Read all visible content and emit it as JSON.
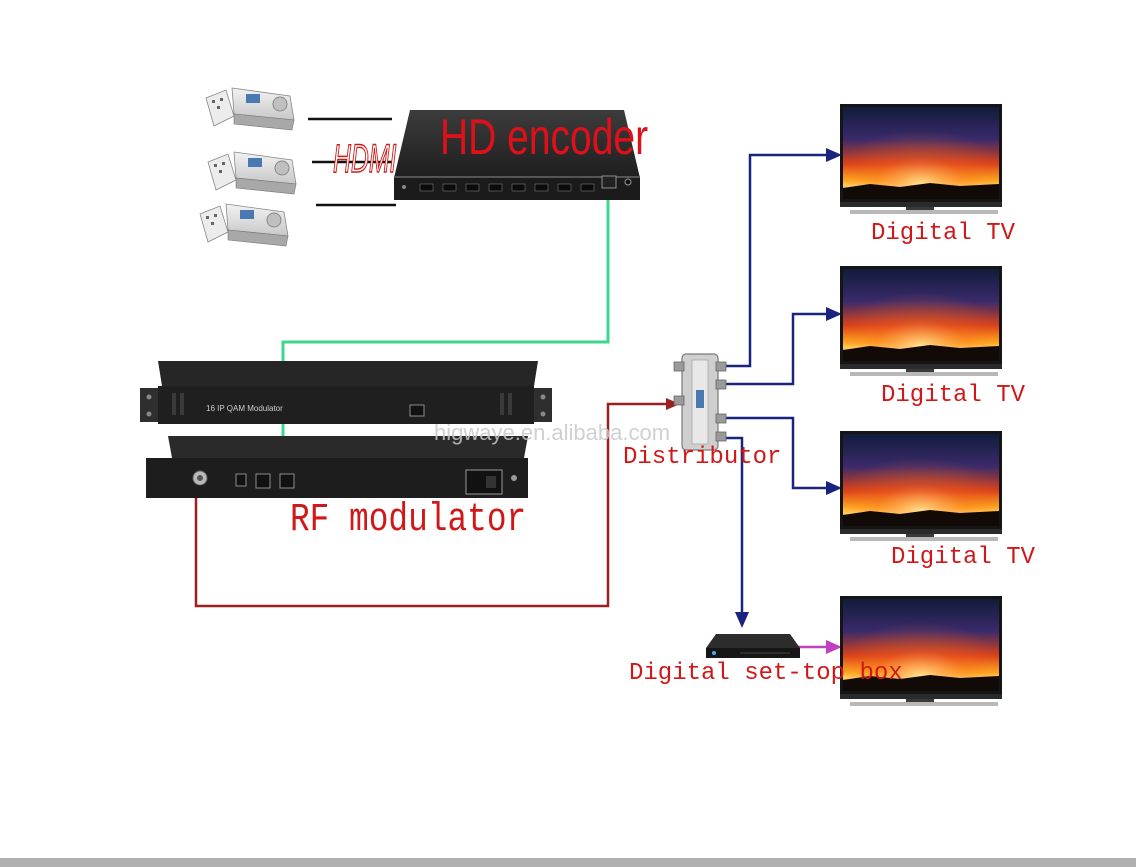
{
  "labels": {
    "hd_encoder": "HD encoder",
    "hdmi": "HDMI",
    "rf_modulator": "RF modulator",
    "distributor": "Distributor",
    "set_top_box": "Digital set-top box",
    "tv_labels": [
      "Digital TV",
      "Digital TV",
      "Digital TV"
    ],
    "watermark": "higwaye.en.alibaba.com",
    "modulator_panel": "16 IP QAM Modulator"
  },
  "icons": [
    "satellite-receiver-icon",
    "hd-encoder-icon",
    "rf-modulator-icon",
    "distributor-icon",
    "television-icon",
    "set-top-box-icon"
  ],
  "colors": {
    "label_red": "#d01818",
    "ip_line": "#3fd68f",
    "rf_line": "#9a1f1f",
    "feed_line": "#1a237e",
    "hdmi_out_line": "#c040c0",
    "device_dark": "#252525"
  }
}
